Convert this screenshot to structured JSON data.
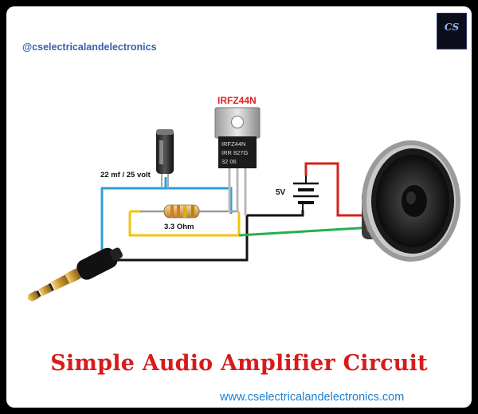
{
  "header": {
    "handle": "@cselectricalandelectronics"
  },
  "logo": {
    "text": "CS"
  },
  "labels": {
    "mosfet": "IRFZ44N",
    "mosfet_body_line1": "IRFZ44N",
    "mosfet_body_line2": "IRR 827G",
    "mosfet_body_line3": "32    06",
    "capacitor": "22 mf / 25 volt",
    "resistor": "3.3 Ohm",
    "battery": "5V"
  },
  "footer": {
    "title": "Simple Audio Amplifier Circuit",
    "website": "www.cselectricalandelectronics.com"
  },
  "colors": {
    "title": "#d81b1b",
    "mosfet_label": "#e02020",
    "handle": "#3a5fa8",
    "website": "#1b7fcf",
    "wire_blue": "#2b9fd9",
    "wire_yellow": "#f2c40f",
    "wire_red": "#d6201a",
    "wire_green": "#23b14d",
    "wire_black": "#111111"
  },
  "icons": [
    "capacitor-icon",
    "mosfet-icon",
    "resistor-icon",
    "battery-icon",
    "speaker-icon",
    "audio-jack-icon"
  ]
}
